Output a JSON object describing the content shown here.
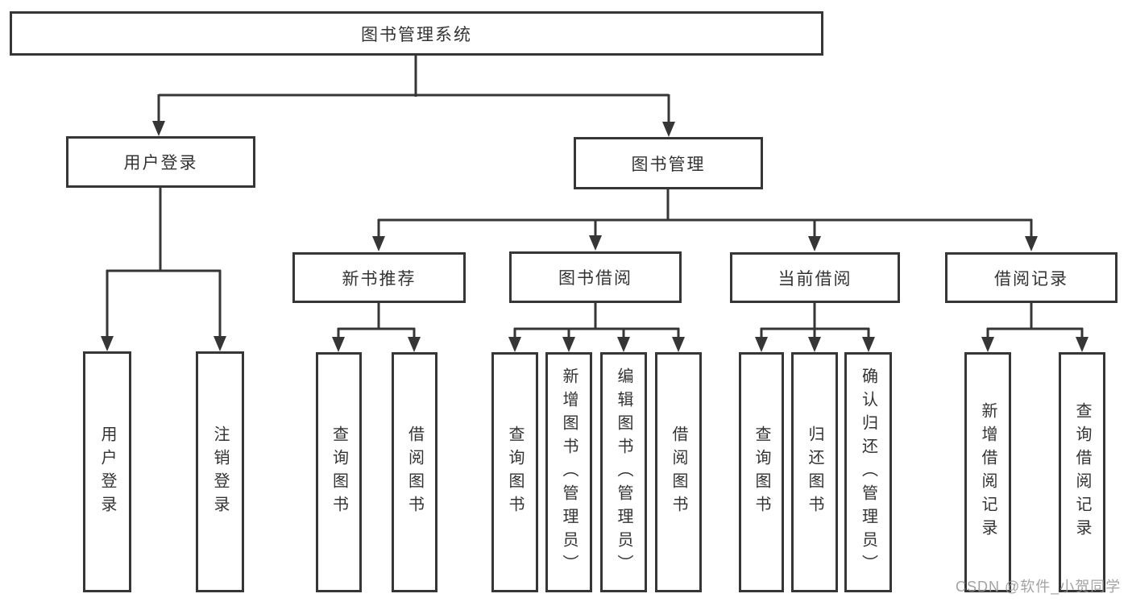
{
  "diagram": {
    "root": {
      "label": "图书管理系统"
    },
    "level1": {
      "user_login": {
        "label": "用户登录"
      },
      "book_management": {
        "label": "图书管理"
      }
    },
    "level2": {
      "new_book_recommend": {
        "label": "新书推荐"
      },
      "book_borrow": {
        "label": "图书借阅"
      },
      "current_borrow": {
        "label": "当前借阅"
      },
      "borrow_record": {
        "label": "借阅记录"
      }
    },
    "leaves": {
      "user_login": {
        "label": "用户登录"
      },
      "logout": {
        "label": "注销登录"
      },
      "recommend_query_books": {
        "label": "查询图书"
      },
      "recommend_borrow_books": {
        "label": "借阅图书"
      },
      "borrow_query_books": {
        "label": "查询图书"
      },
      "borrow_add_books": {
        "label": "新增图书（管理员）"
      },
      "borrow_edit_books": {
        "label": "编辑图书（管理员）"
      },
      "borrow_borrow_books": {
        "label": "借阅图书"
      },
      "current_query_books": {
        "label": "查询图书"
      },
      "current_return_books": {
        "label": "归还图书"
      },
      "current_confirm_return": {
        "label": "确认归还（管理员）"
      },
      "record_add": {
        "label": "新增借阅记录"
      },
      "record_query": {
        "label": "查询借阅记录"
      }
    }
  },
  "watermark": {
    "text": "CSDN @软件_小贺同学"
  },
  "colors": {
    "line": "#363636",
    "text": "#333333",
    "background": "#ffffff",
    "watermark": "#969696"
  }
}
